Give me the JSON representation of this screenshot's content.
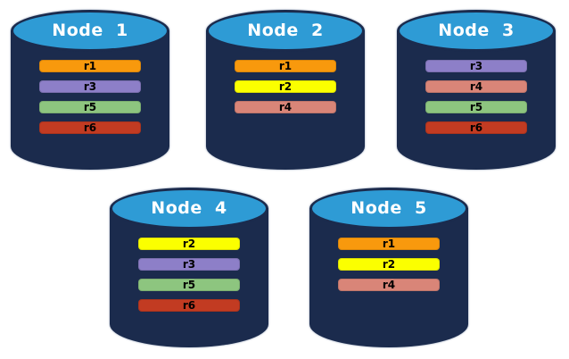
{
  "diagram": {
    "background_color": "#ffffff",
    "cylinder": {
      "body_color": "#1b2b4d",
      "top_color": "#2e9bd5",
      "title_color": "#ffffff"
    },
    "replica_colors": {
      "r1": "#f8990d",
      "r2": "#fbff00",
      "r3": "#8d7fc8",
      "r4": "#d98578",
      "r5": "#8dc57f",
      "r6": "#c23b22"
    },
    "nodes": [
      {
        "title": "Node  1",
        "replicas": [
          "r1",
          "r3",
          "r5",
          "r6"
        ]
      },
      {
        "title": "Node  2",
        "replicas": [
          "r1",
          "r2",
          "r4"
        ]
      },
      {
        "title": "Node  3",
        "replicas": [
          "r3",
          "r4",
          "r5",
          "r6"
        ]
      },
      {
        "title": "Node  4",
        "replicas": [
          "r2",
          "r3",
          "r5",
          "r6"
        ]
      },
      {
        "title": "Node  5",
        "replicas": [
          "r1",
          "r2",
          "r4"
        ]
      }
    ]
  }
}
